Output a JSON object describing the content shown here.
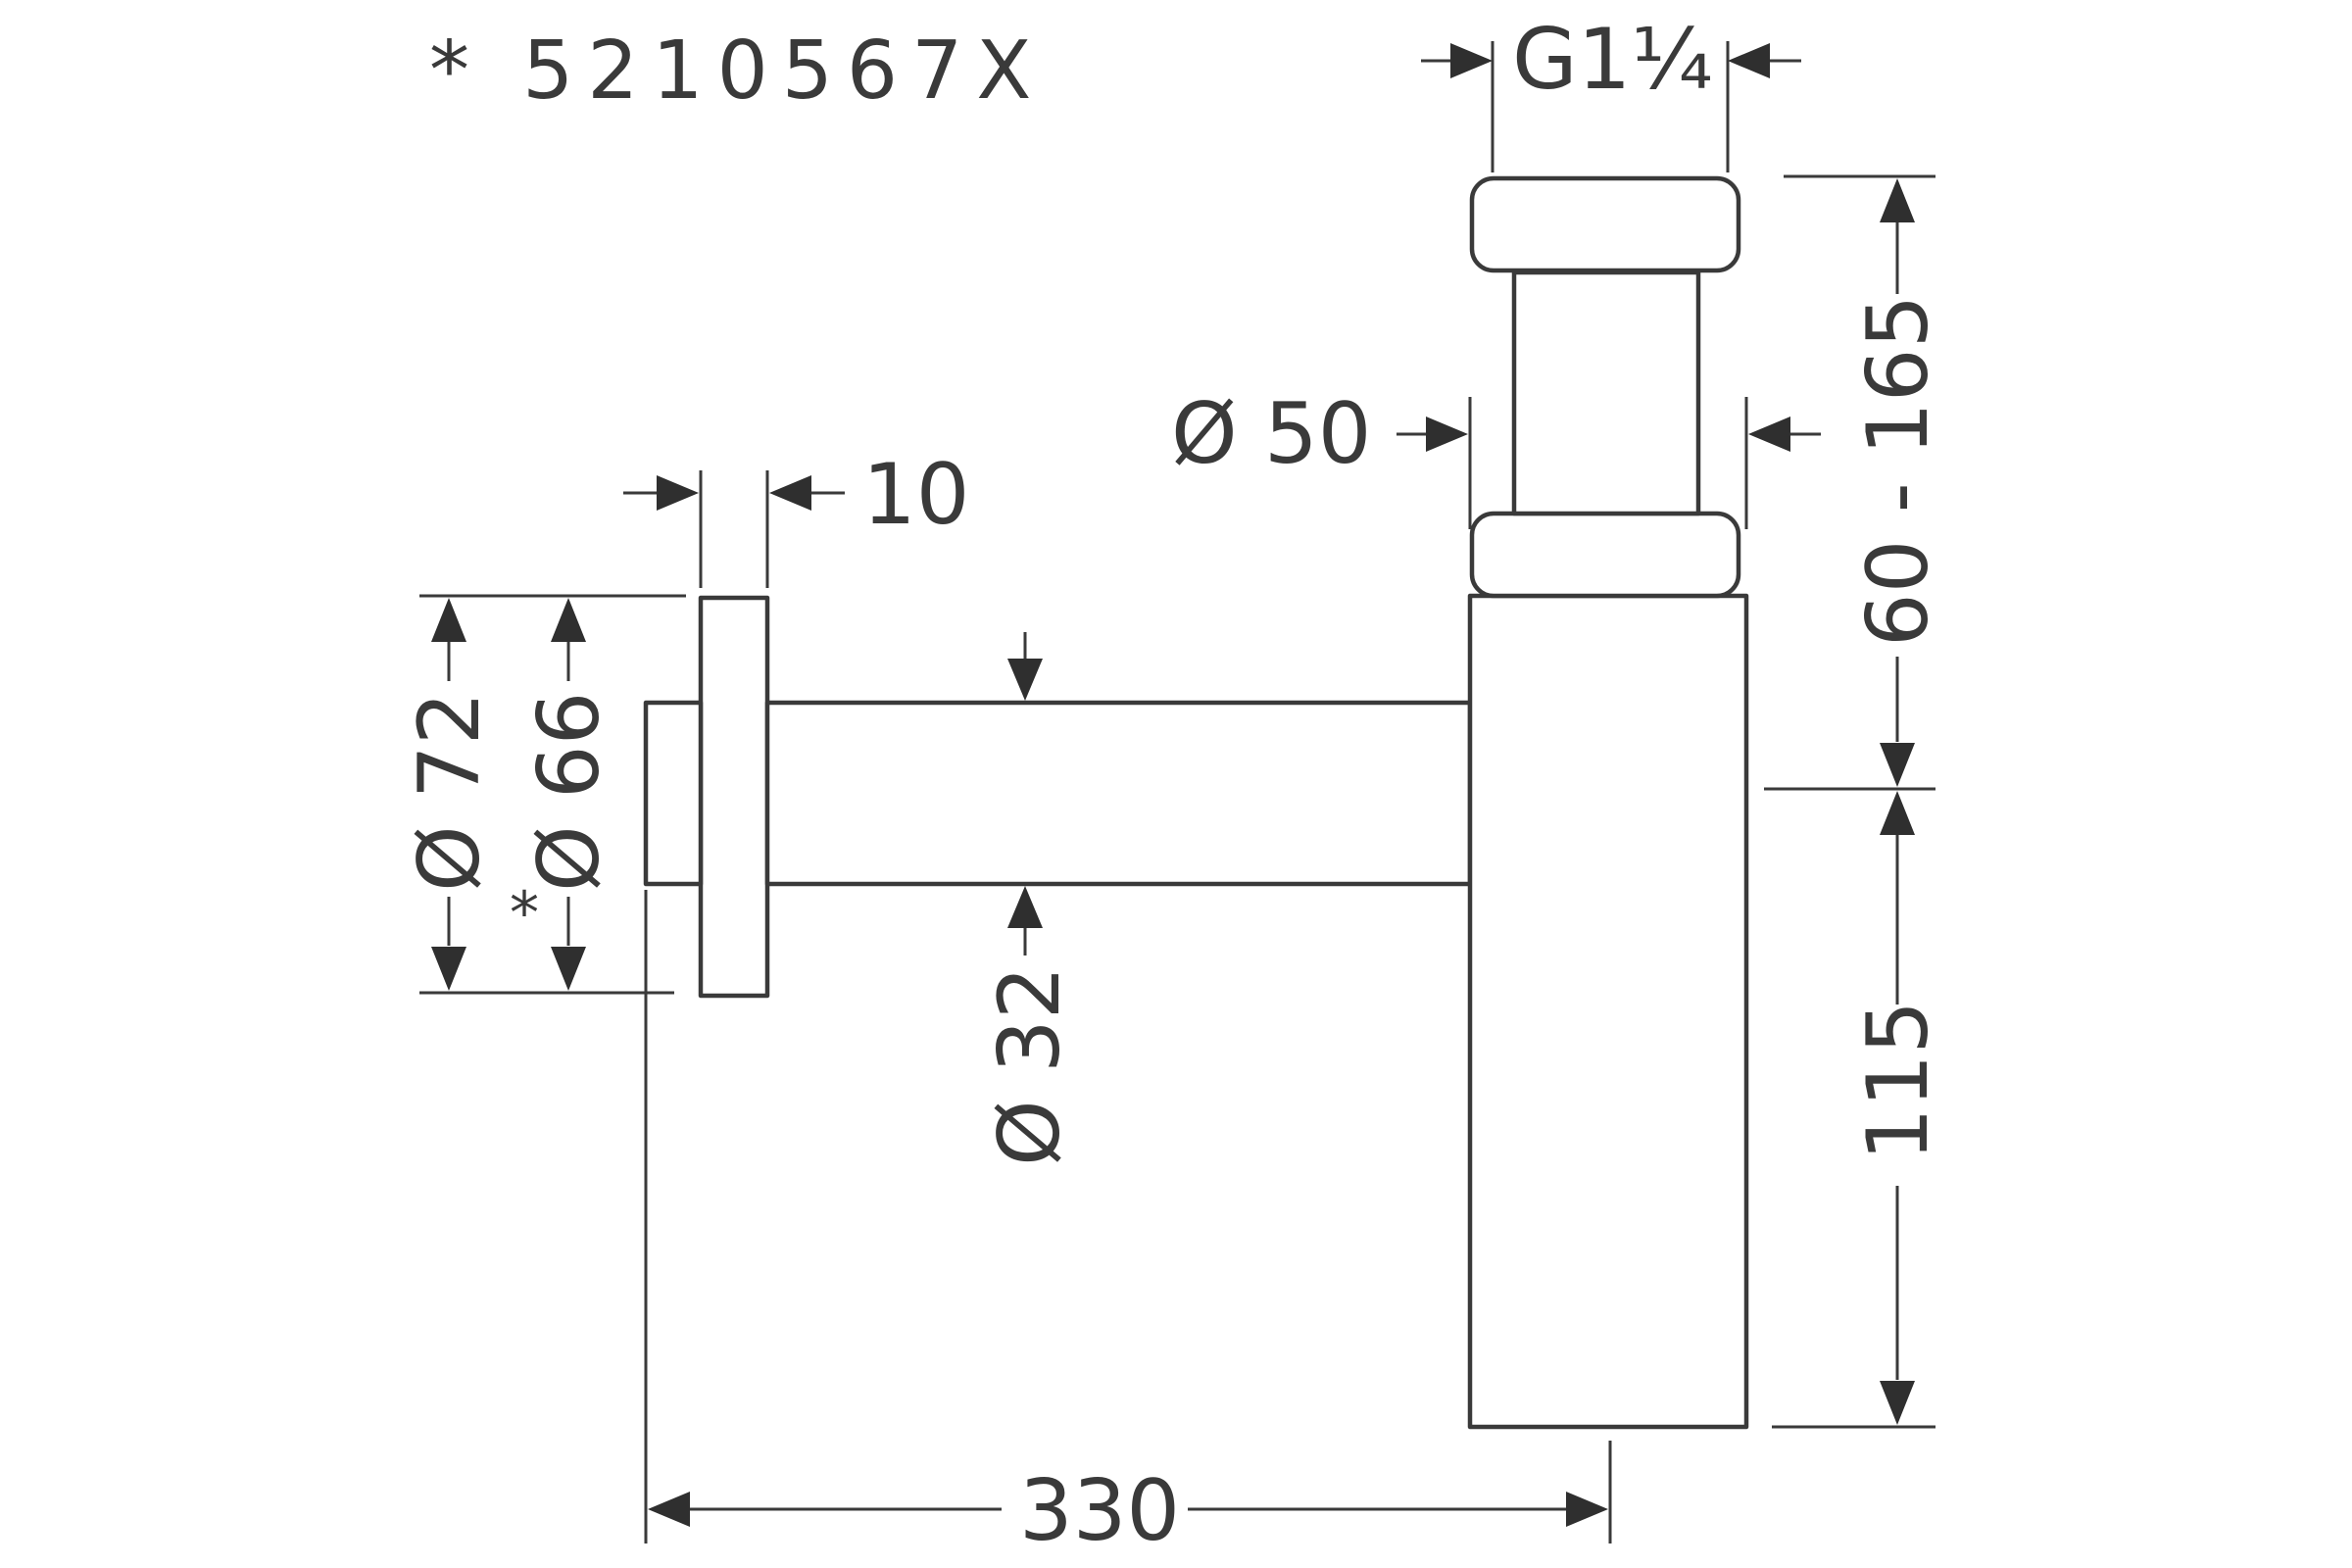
{
  "article_number": "* 5210567X",
  "dimensions": {
    "thread": "G1¼",
    "pipe_diameter": "Ø 50",
    "height_range": "60 - 165",
    "height_lower": "115",
    "rosette_depth": "10",
    "rosette_outer": "Ø 72",
    "rosette_inner": "Ø 66",
    "rosette_inner_mark": "*",
    "tube_diameter": "Ø 32",
    "projection": "330"
  }
}
